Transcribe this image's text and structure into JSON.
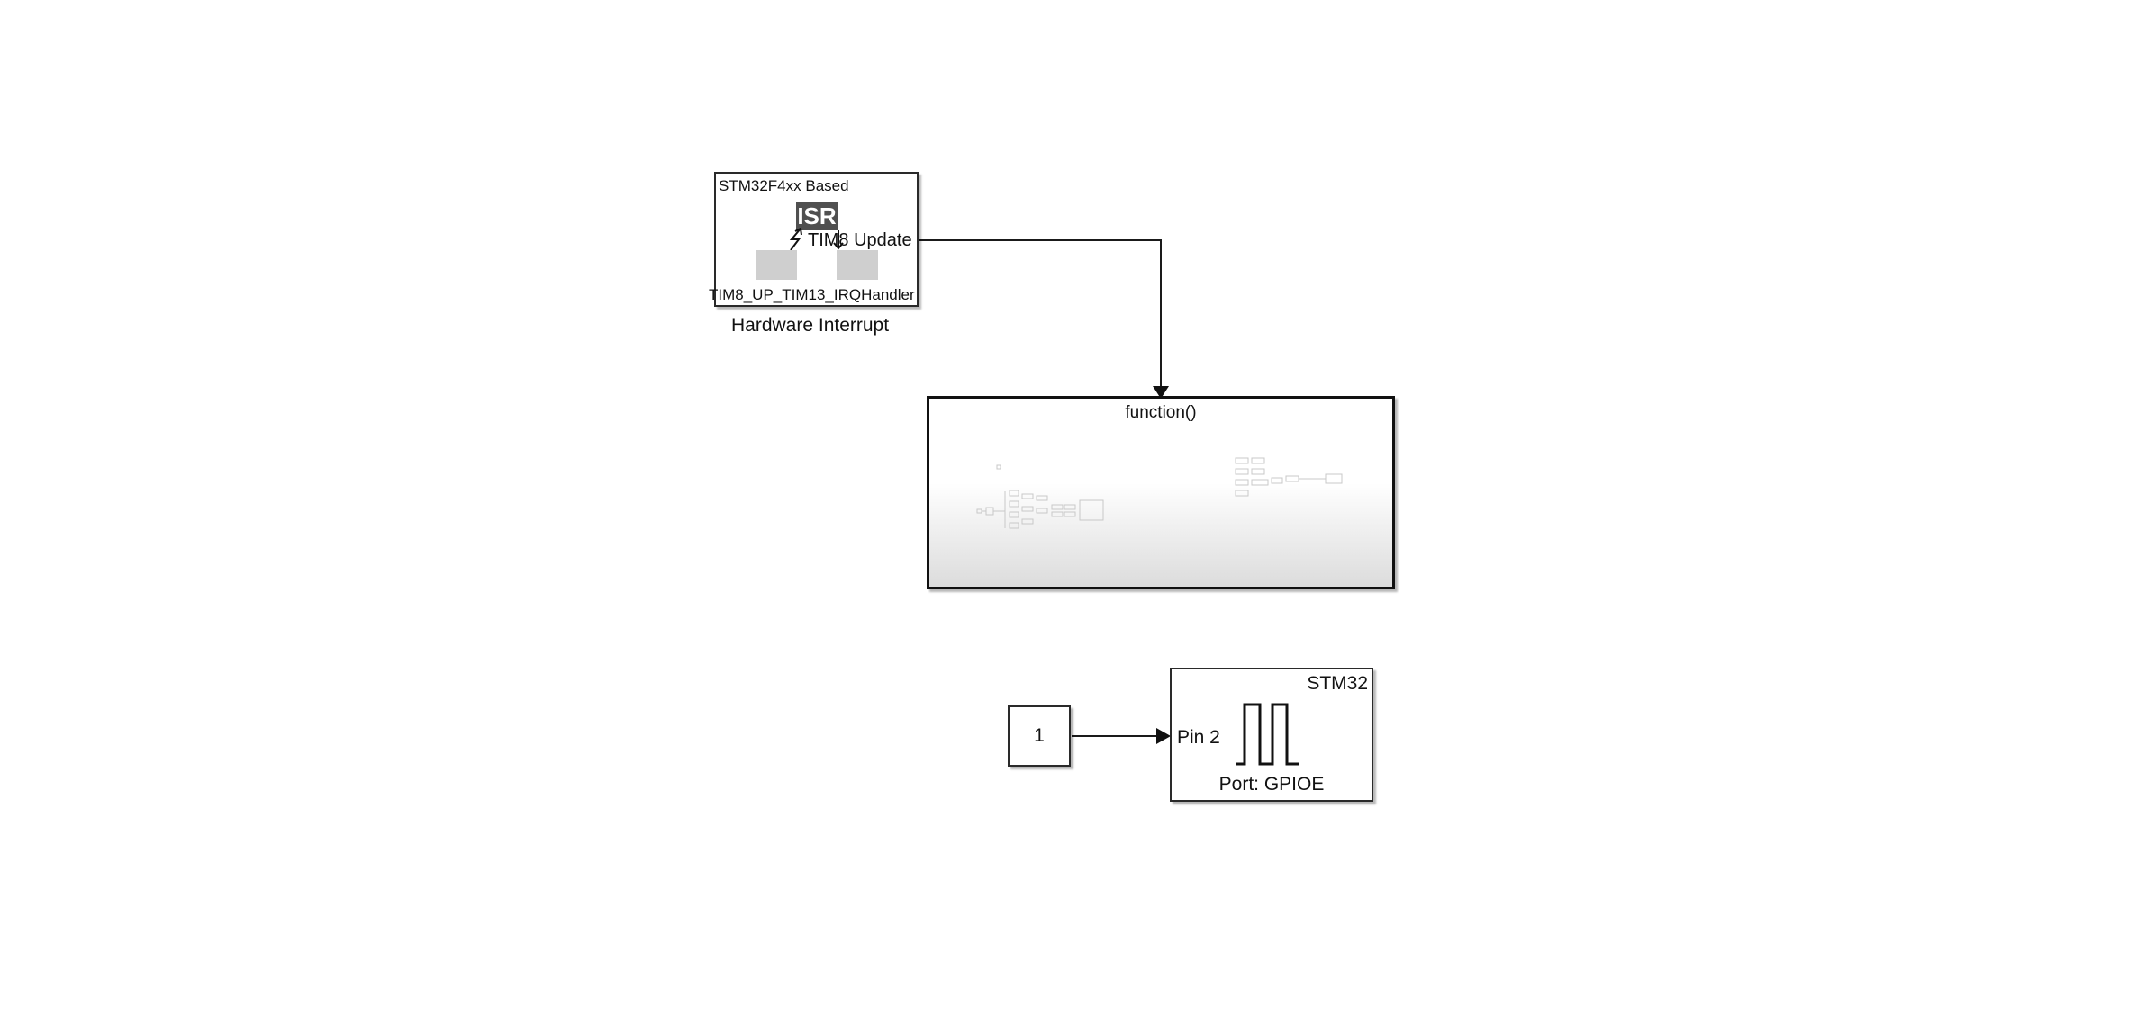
{
  "hw_interrupt_block": {
    "header": "STM32F4xx Based",
    "isr_badge": "ISR",
    "output_port_label": "TIM8 Update",
    "handler_name": "TIM8_UP_TIM13_IRQHandler",
    "block_label": "Hardware Interrupt"
  },
  "function_subsystem": {
    "trigger_label": "function()"
  },
  "constant_block": {
    "value": "1"
  },
  "gpio_block": {
    "header": "STM32",
    "pin_label": "Pin 2",
    "port_label": "Port: GPIOE"
  },
  "colors": {
    "header_blue": "#1f1fd6",
    "block_label_blue": "#1f8fe8",
    "isr_badge_bg": "#505050",
    "placeholder_grey": "#cfcfcf",
    "line": "#1a1a1a"
  },
  "icons": {
    "interrupt_glyph": "lightning-icon",
    "pulse_glyph": "square-wave-icon"
  }
}
